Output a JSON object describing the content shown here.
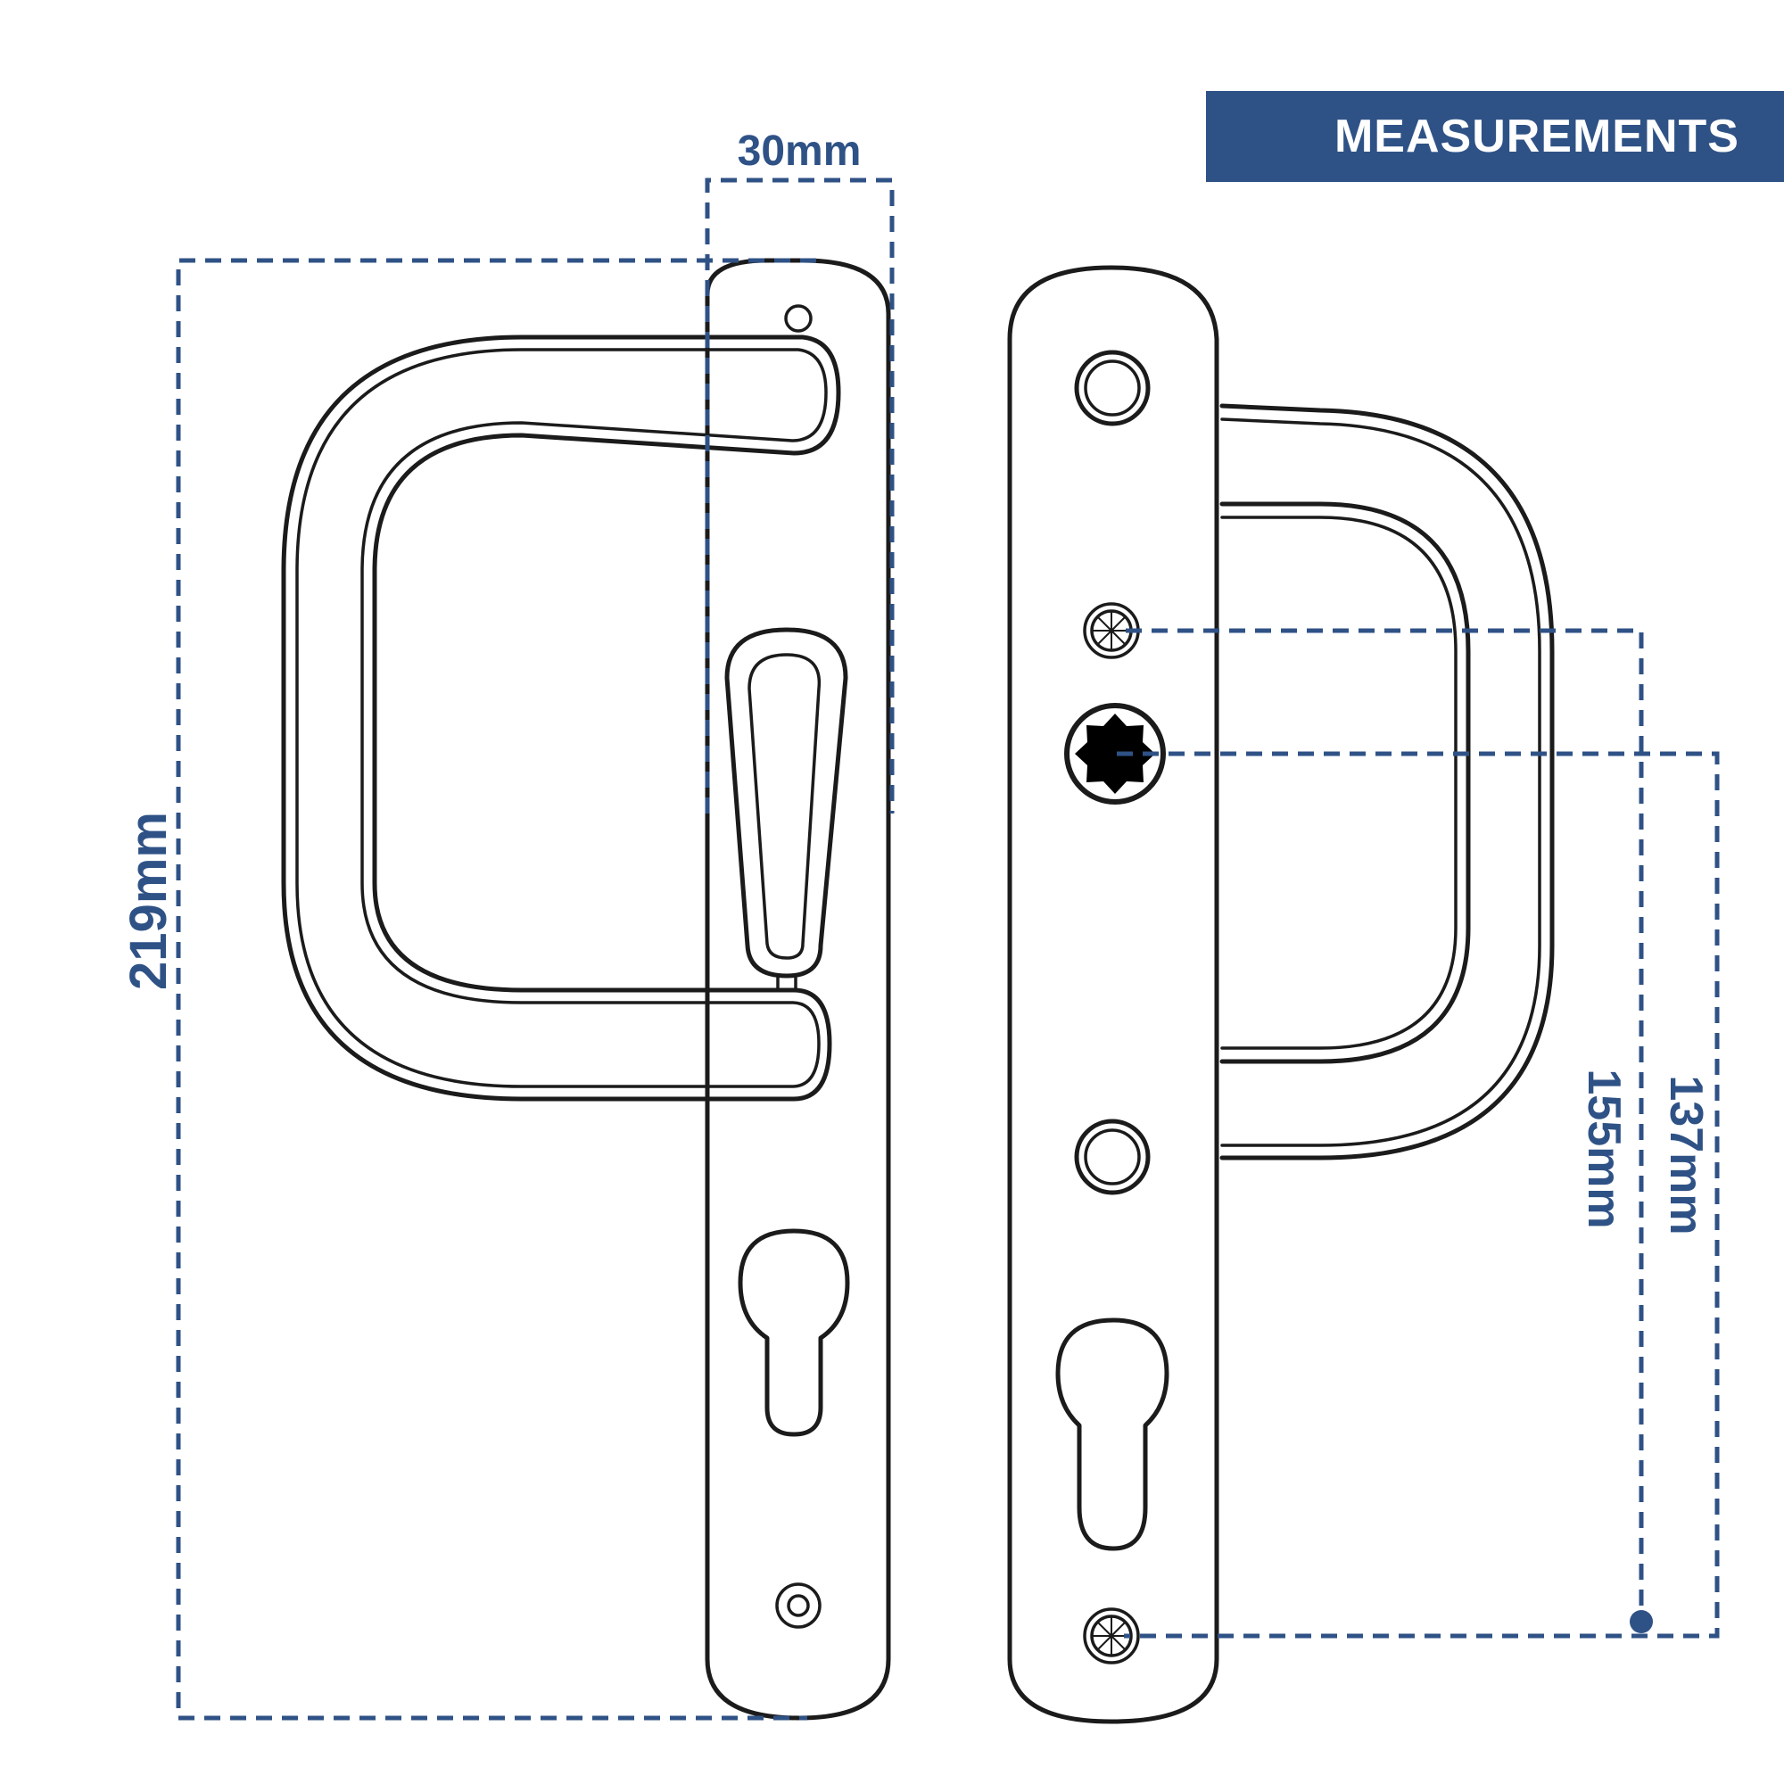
{
  "banner": {
    "title": "MEASUREMENTS"
  },
  "dimensions": {
    "plate_width": "30mm",
    "overall_height": "219mm",
    "screw_centres": "155mm",
    "spindle_to_screw": "137mm"
  },
  "colors": {
    "accent": "#2f5286",
    "line": "#1b1b1b",
    "background": "#ffffff"
  }
}
